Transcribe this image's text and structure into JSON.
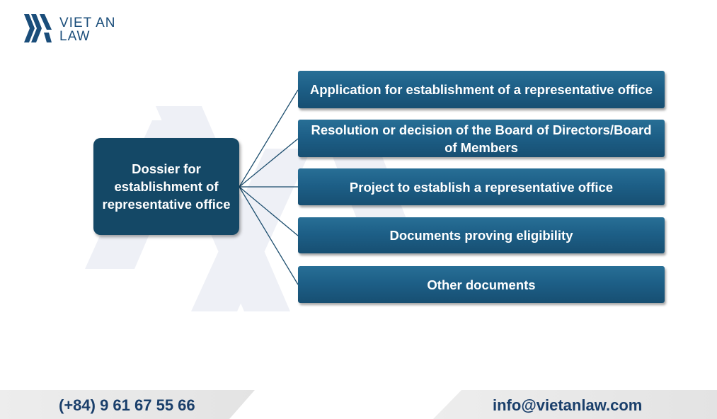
{
  "brand": {
    "logo_line1": "VIET AN",
    "logo_line2": "LAW",
    "color_primary": "#1a4d7a"
  },
  "diagram": {
    "root": "Dossier for establishment of representative office",
    "children": [
      "Application for establishment of a representative office",
      "Resolution or decision of the Board of Directors/Board of Members",
      "Project to establish a representative office",
      "Documents proving eligibility",
      "Other documents"
    ],
    "colors": {
      "root_fill": "#144866",
      "child_fill": "#1d5f87",
      "connector": "#1d4e6e"
    }
  },
  "footer": {
    "phone": "(+84) 9 61 67 55 66",
    "email": "info@vietanlaw.com"
  }
}
